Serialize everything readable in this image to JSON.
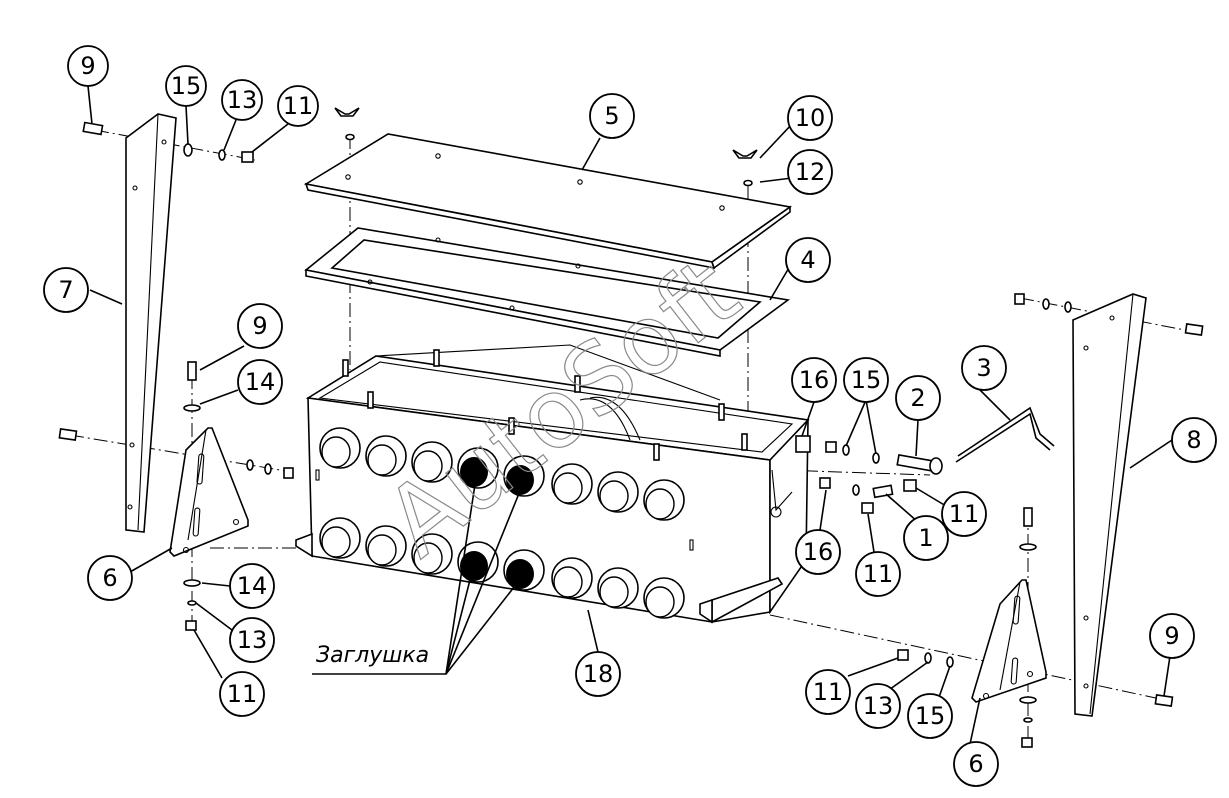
{
  "callout_label": "Заглушка",
  "watermark": "AutoSoft",
  "bubbles": {
    "b9a": "9",
    "b15a": "15",
    "b13a": "13",
    "b11a": "11",
    "b5": "5",
    "b10": "10",
    "b12": "12",
    "b4": "4",
    "b7": "7",
    "b9b": "9",
    "b14a": "14",
    "b6a": "6",
    "b14b": "14",
    "b13b": "13",
    "b11b": "11",
    "b18": "18",
    "b3": "3",
    "b16a": "16",
    "b15b": "15",
    "b2": "2",
    "b8": "8",
    "b11c": "11",
    "b1": "1",
    "b16b": "16",
    "b11d": "11",
    "b9c": "9",
    "b11e": "11",
    "b13c": "13",
    "b15c": "15",
    "b6b": "6"
  }
}
